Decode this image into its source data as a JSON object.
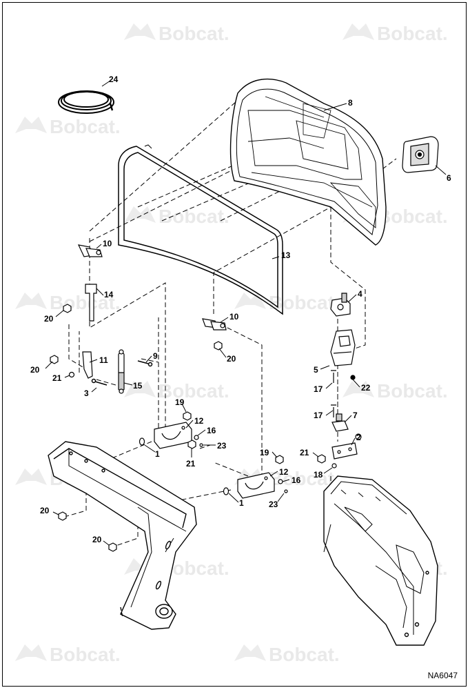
{
  "watermark": {
    "text": "Bobcat."
  },
  "drawing_id": "NA6047",
  "callouts": [
    {
      "id": "c24",
      "label": "24"
    },
    {
      "id": "c8",
      "label": "8"
    },
    {
      "id": "c6",
      "label": "6"
    },
    {
      "id": "c13",
      "label": "13"
    },
    {
      "id": "c10a",
      "label": "10"
    },
    {
      "id": "c14",
      "label": "14"
    },
    {
      "id": "c20a",
      "label": "20"
    },
    {
      "id": "c10b",
      "label": "10"
    },
    {
      "id": "c20b",
      "label": "20"
    },
    {
      "id": "c4",
      "label": "4"
    },
    {
      "id": "c20c",
      "label": "20"
    },
    {
      "id": "c11",
      "label": "11"
    },
    {
      "id": "c9",
      "label": "9"
    },
    {
      "id": "c21a",
      "label": "21"
    },
    {
      "id": "c15",
      "label": "15"
    },
    {
      "id": "c3",
      "label": "3"
    },
    {
      "id": "c5",
      "label": "5"
    },
    {
      "id": "c17a",
      "label": "17"
    },
    {
      "id": "c22",
      "label": "22"
    },
    {
      "id": "c19a",
      "label": "19"
    },
    {
      "id": "c12a",
      "label": "12"
    },
    {
      "id": "c16a",
      "label": "16"
    },
    {
      "id": "c23a",
      "label": "23"
    },
    {
      "id": "c21b",
      "label": "21"
    },
    {
      "id": "c1a",
      "label": "1"
    },
    {
      "id": "c17b",
      "label": "17"
    },
    {
      "id": "c7",
      "label": "7"
    },
    {
      "id": "c2",
      "label": "2"
    },
    {
      "id": "c21c",
      "label": "21"
    },
    {
      "id": "c18",
      "label": "18"
    },
    {
      "id": "c19b",
      "label": "19"
    },
    {
      "id": "c12b",
      "label": "12"
    },
    {
      "id": "c16b",
      "label": "16"
    },
    {
      "id": "c23b",
      "label": "23"
    },
    {
      "id": "c1b",
      "label": "1"
    },
    {
      "id": "c20d",
      "label": "20"
    },
    {
      "id": "c20e",
      "label": "20"
    }
  ]
}
